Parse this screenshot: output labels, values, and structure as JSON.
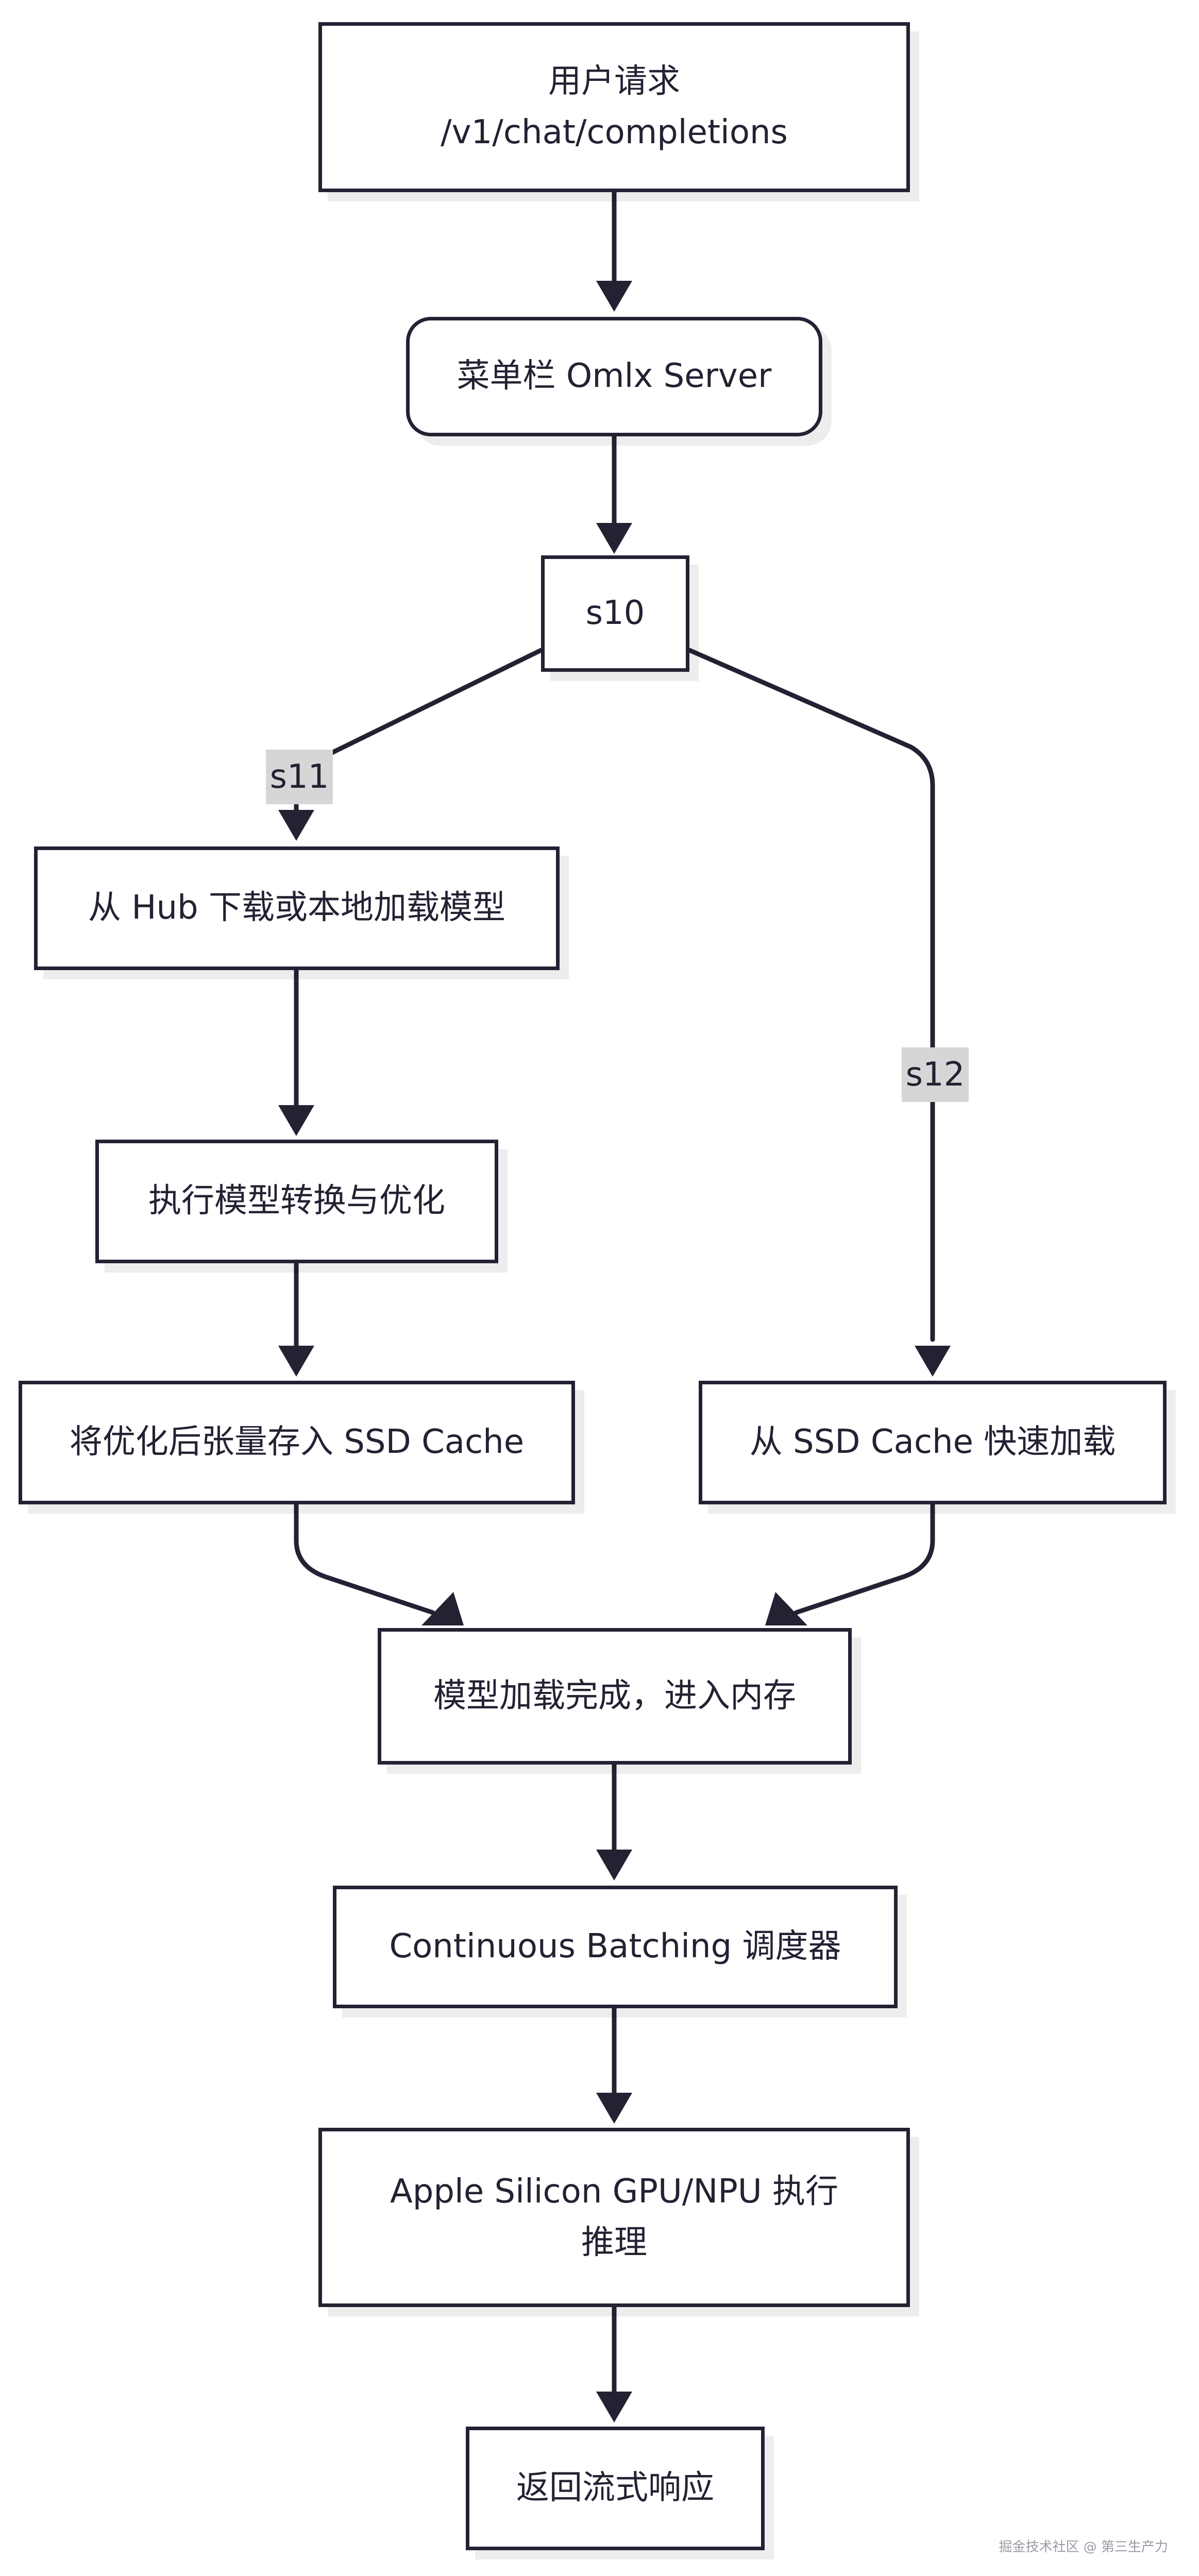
{
  "nodes": {
    "user_request": "用户请求\n/v1/chat/completions",
    "menubar_server": "菜单栏 Omlx Server",
    "decision": "s10",
    "download_model": "从 Hub 下载或本地加载模型",
    "convert_optimize": "执行模型转换与优化",
    "store_cache": "将优化后张量存入 SSD Cache",
    "fast_load": "从 SSD Cache 快速加载",
    "load_complete": "模型加载完成，进入内存",
    "scheduler": "Continuous Batching 调度器",
    "execute": "Apple Silicon GPU/NPU 执行\n推理",
    "stream_response": "返回流式响应"
  },
  "edge_labels": {
    "left_branch": "s11",
    "right_branch": "s12"
  },
  "watermark": "掘金技术社区 @ 第三生产力",
  "colors": {
    "stroke": "#222233",
    "label_bg": "#d6d6d6",
    "background": "#ffffff"
  }
}
